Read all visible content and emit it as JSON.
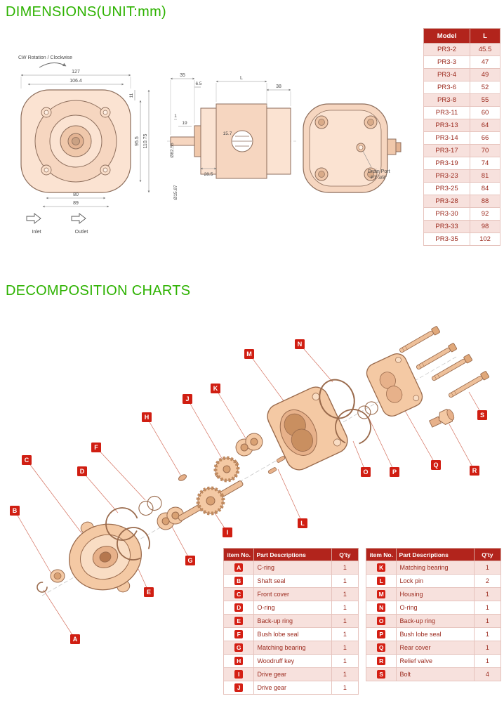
{
  "titles": {
    "dimensions": "DIMENSIONS(UNIT:mm)",
    "decomposition": "DECOMPOSITION CHARTS"
  },
  "dims": {
    "front": {
      "rotation": "CW Rotation / Clockwise",
      "width_outer": "127",
      "width_inner": "106.4",
      "height_port": "11",
      "height_mid": "95.5",
      "height_outer": "110.75",
      "bottom_inner": "80",
      "bottom_outer": "89",
      "inlet": "Inlet",
      "outlet": "Outlet"
    },
    "side": {
      "front_len": "35",
      "step": "6.5",
      "body_len": "L",
      "rear_len": "38",
      "key_offset": "1",
      "key_len": "19",
      "port_offset": "15.7",
      "shaft_len": "28.5",
      "pilot_dia": "Ø82.55",
      "shaft_dia": "Ø15.87"
    },
    "rear": {
      "drain_line1": "Drain Port",
      "drain_line2": "PT 3/8\""
    }
  },
  "model_table": {
    "headers": [
      "Model",
      "L"
    ],
    "rows": [
      [
        "PR3-2",
        "45.5"
      ],
      [
        "PR3-3",
        "47"
      ],
      [
        "PR3-4",
        "49"
      ],
      [
        "PR3-6",
        "52"
      ],
      [
        "PR3-8",
        "55"
      ],
      [
        "PR3-11",
        "60"
      ],
      [
        "PR3-13",
        "64"
      ],
      [
        "PR3-14",
        "66"
      ],
      [
        "PR3-17",
        "70"
      ],
      [
        "PR3-19",
        "74"
      ],
      [
        "PR3-23",
        "81"
      ],
      [
        "PR3-25",
        "84"
      ],
      [
        "PR3-28",
        "88"
      ],
      [
        "PR3-30",
        "92"
      ],
      [
        "PR3-33",
        "98"
      ],
      [
        "PR3-35",
        "102"
      ]
    ]
  },
  "exploded": {
    "labels": [
      "A",
      "B",
      "C",
      "D",
      "E",
      "F",
      "G",
      "H",
      "I",
      "J",
      "K",
      "L",
      "M",
      "N",
      "O",
      "P",
      "Q",
      "R",
      "S"
    ]
  },
  "parts_left": {
    "headers": [
      "item No.",
      "Part Descriptions",
      "Q'ty"
    ],
    "rows": [
      {
        "item": "A",
        "desc": "C-ring",
        "qty": "1"
      },
      {
        "item": "B",
        "desc": "Shaft seal",
        "qty": "1"
      },
      {
        "item": "C",
        "desc": "Front cover",
        "qty": "1"
      },
      {
        "item": "D",
        "desc": "O-ring",
        "qty": "1"
      },
      {
        "item": "E",
        "desc": "Back-up ring",
        "qty": "1"
      },
      {
        "item": "F",
        "desc": "Bush lobe seal",
        "qty": "1"
      },
      {
        "item": "G",
        "desc": "Matching bearing",
        "qty": "1"
      },
      {
        "item": "H",
        "desc": "Woodruff key",
        "qty": "1"
      },
      {
        "item": "I",
        "desc": "Drive gear",
        "qty": "1"
      },
      {
        "item": "J",
        "desc": "Drive gear",
        "qty": "1"
      }
    ]
  },
  "parts_right": {
    "headers": [
      "item No.",
      "Part Descriptions",
      "Q'ty"
    ],
    "rows": [
      {
        "item": "K",
        "desc": "Matching bearing",
        "qty": "1"
      },
      {
        "item": "L",
        "desc": "Lock pin",
        "qty": "2"
      },
      {
        "item": "M",
        "desc": "Housing",
        "qty": "1"
      },
      {
        "item": "N",
        "desc": "O-ring",
        "qty": "1"
      },
      {
        "item": "O",
        "desc": "Back-up ring",
        "qty": "1"
      },
      {
        "item": "P",
        "desc": "Bush lobe seal",
        "qty": "1"
      },
      {
        "item": "Q",
        "desc": "Rear cover",
        "qty": "1"
      },
      {
        "item": "R",
        "desc": "Relief valve",
        "qty": "1"
      },
      {
        "item": "S",
        "desc": "Bolt",
        "qty": "4"
      }
    ]
  }
}
